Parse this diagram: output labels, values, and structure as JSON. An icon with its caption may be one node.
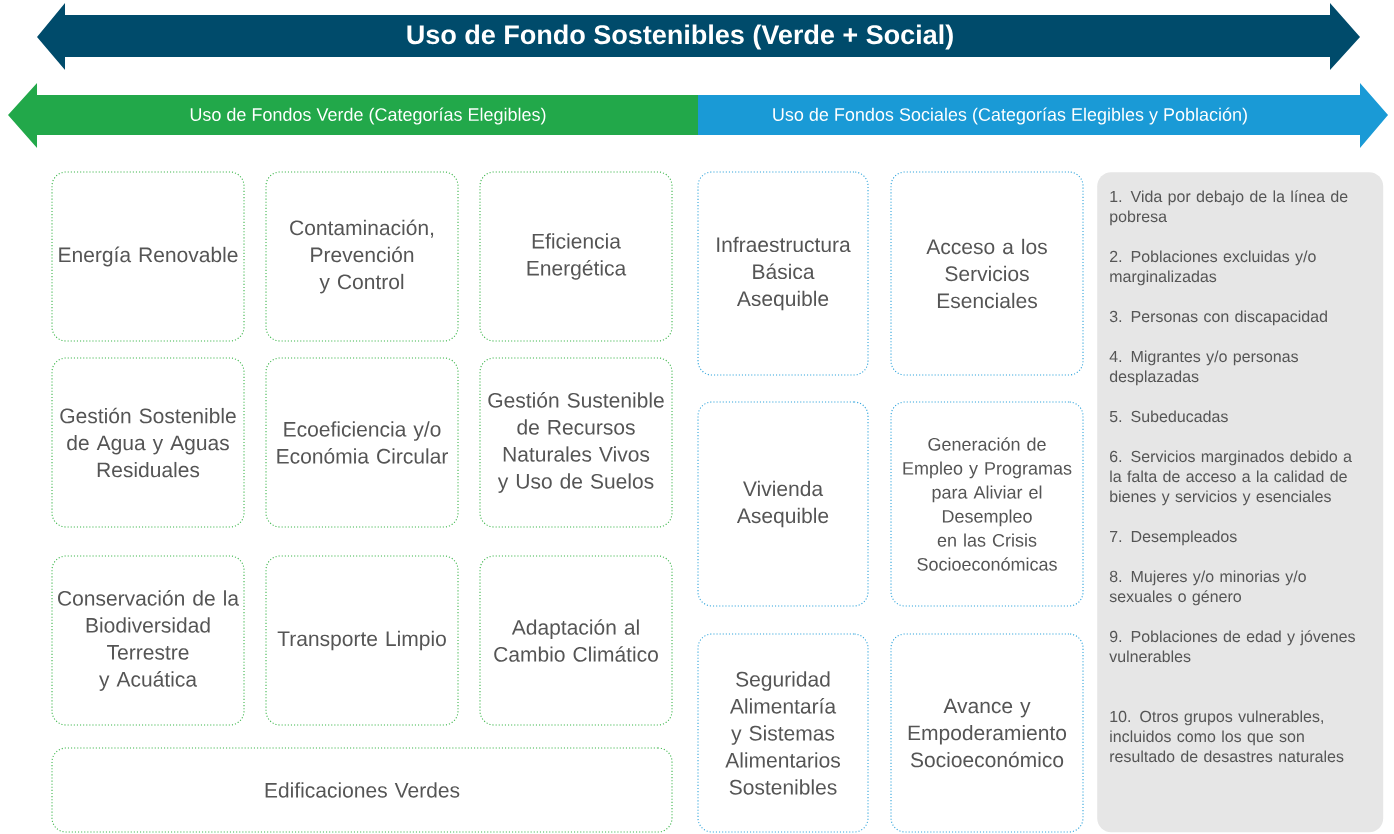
{
  "diagram": {
    "nodes": [
      {
        "text": [
          "Uso de Fondo Sostenibles (Verde + Social)"
        ]
      },
      {
        "text": [
          "Uso de Fondos Verde (Categorías Elegibles)"
        ]
      },
      {
        "text": [
          "Uso de Fondos Sociales (Categorías Elegibles y Población)"
        ]
      },
      {
        "text": [
          "Energía Renovable"
        ]
      },
      {
        "text": [
          "Contaminación, Prevención y Control"
        ]
      },
      {
        "text": [
          "Eficiencia Energética"
        ]
      },
      {
        "text": [
          "Gestión Sostenible de Agua y Aguas Residuales"
        ]
      },
      {
        "text": [
          "Ecoeficiencia y/o Económia Circular"
        ]
      },
      {
        "text": [
          "Gestión Sustenible de Recursos Naturales Vivos y Uso de Suelos"
        ]
      },
      {
        "text": [
          "Conservación de la Biodiversidad Terrestre y Acuática"
        ]
      },
      {
        "text": [
          "Transporte Limpio"
        ]
      },
      {
        "text": [
          "Adaptación al Cambio Climático"
        ]
      },
      {
        "text": [
          "Edificaciones Verdes"
        ]
      },
      {
        "text": [
          "Infraestructura Básica Asequible"
        ]
      },
      {
        "text": [
          "Acceso a los Servicios Esenciales"
        ]
      },
      {
        "text": [
          "Vivienda Asequible"
        ]
      },
      {
        "text": [
          "Generación de Empleo y Programas para Aliviar el Desempleo en las Crisis Socioeconómicas"
        ]
      },
      {
        "text": [
          "Seguridad Alimentaría y Sistemas Alimentarios Sostenibles"
        ]
      },
      {
        "text": [
          "Avance y Empoderamiento Socioeconómico"
        ]
      },
      {
        "text": [
          "1. Vida por debajo de la línea de pobresa",
          "2. Poblaciones excluidas y/o marginalizadas",
          "3. Personas con discapacidad",
          "4. Migrantes y/o personas desplazadas",
          "5. Subeducadas",
          "6. Servicios marginados debido a la falta de acceso a la calidad de bienes y servicios y esenciales",
          "7. Desempleados",
          "8. Mujeres y/o minorias y/o sexuales o género",
          "9. Poblaciones de edad y jóvenes vulnerables",
          "10. Otros grupos vulnerables, incluidos como los que son resultado de desastres naturales"
        ]
      }
    ]
  }
}
